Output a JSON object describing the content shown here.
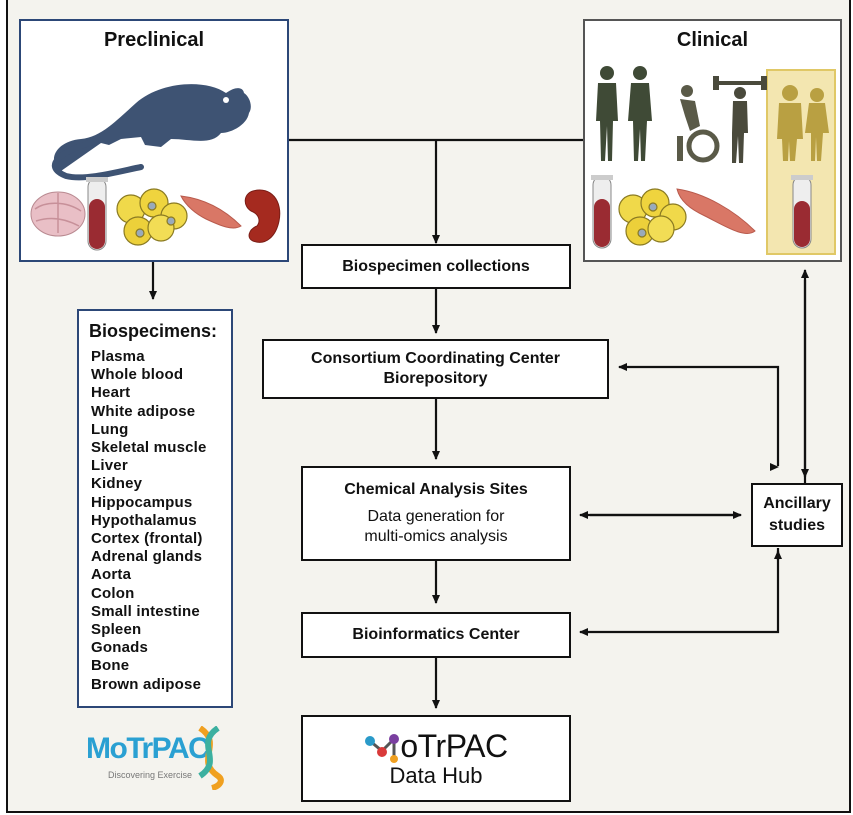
{
  "preclinical": {
    "title": "Preclinical"
  },
  "clinical": {
    "title": "Clinical"
  },
  "biospecimens": {
    "title": "Biospecimens:",
    "items": [
      "Plasma",
      "Whole blood",
      "Heart",
      "White adipose",
      "Lung",
      "Skeletal muscle",
      "Liver",
      "Kidney",
      "Hippocampus",
      "Hypothalamus",
      "Cortex (frontal)",
      "Adrenal glands",
      "Aorta",
      "Colon",
      "Small intestine",
      "Spleen",
      "Gonads",
      "Bone",
      "Brown adipose"
    ]
  },
  "flow": {
    "collections": "Biospecimen collections",
    "coordinating_line1": "Consortium Coordinating Center",
    "coordinating_line2": "Biorepository",
    "chemical_title": "Chemical Analysis Sites",
    "chemical_line1": "Data generation for",
    "chemical_line2": "multi-omics analysis",
    "bioinformatics": "Bioinformatics Center",
    "ancillary_line1": "Ancillary",
    "ancillary_line2": "studies"
  },
  "datahub": {
    "brand": "oTrPAC",
    "sub": "Data Hub"
  },
  "logo": {
    "text": "MoTrPAC",
    "tagline": "Discovering Exercise"
  },
  "colors": {
    "rat": "#3e5373",
    "preclinical_border": "#2c4777",
    "clinical_border": "#555",
    "ancillary_highlight": "#f3e6b0",
    "blood": "#9a2b32",
    "human": "#3f4a36"
  }
}
